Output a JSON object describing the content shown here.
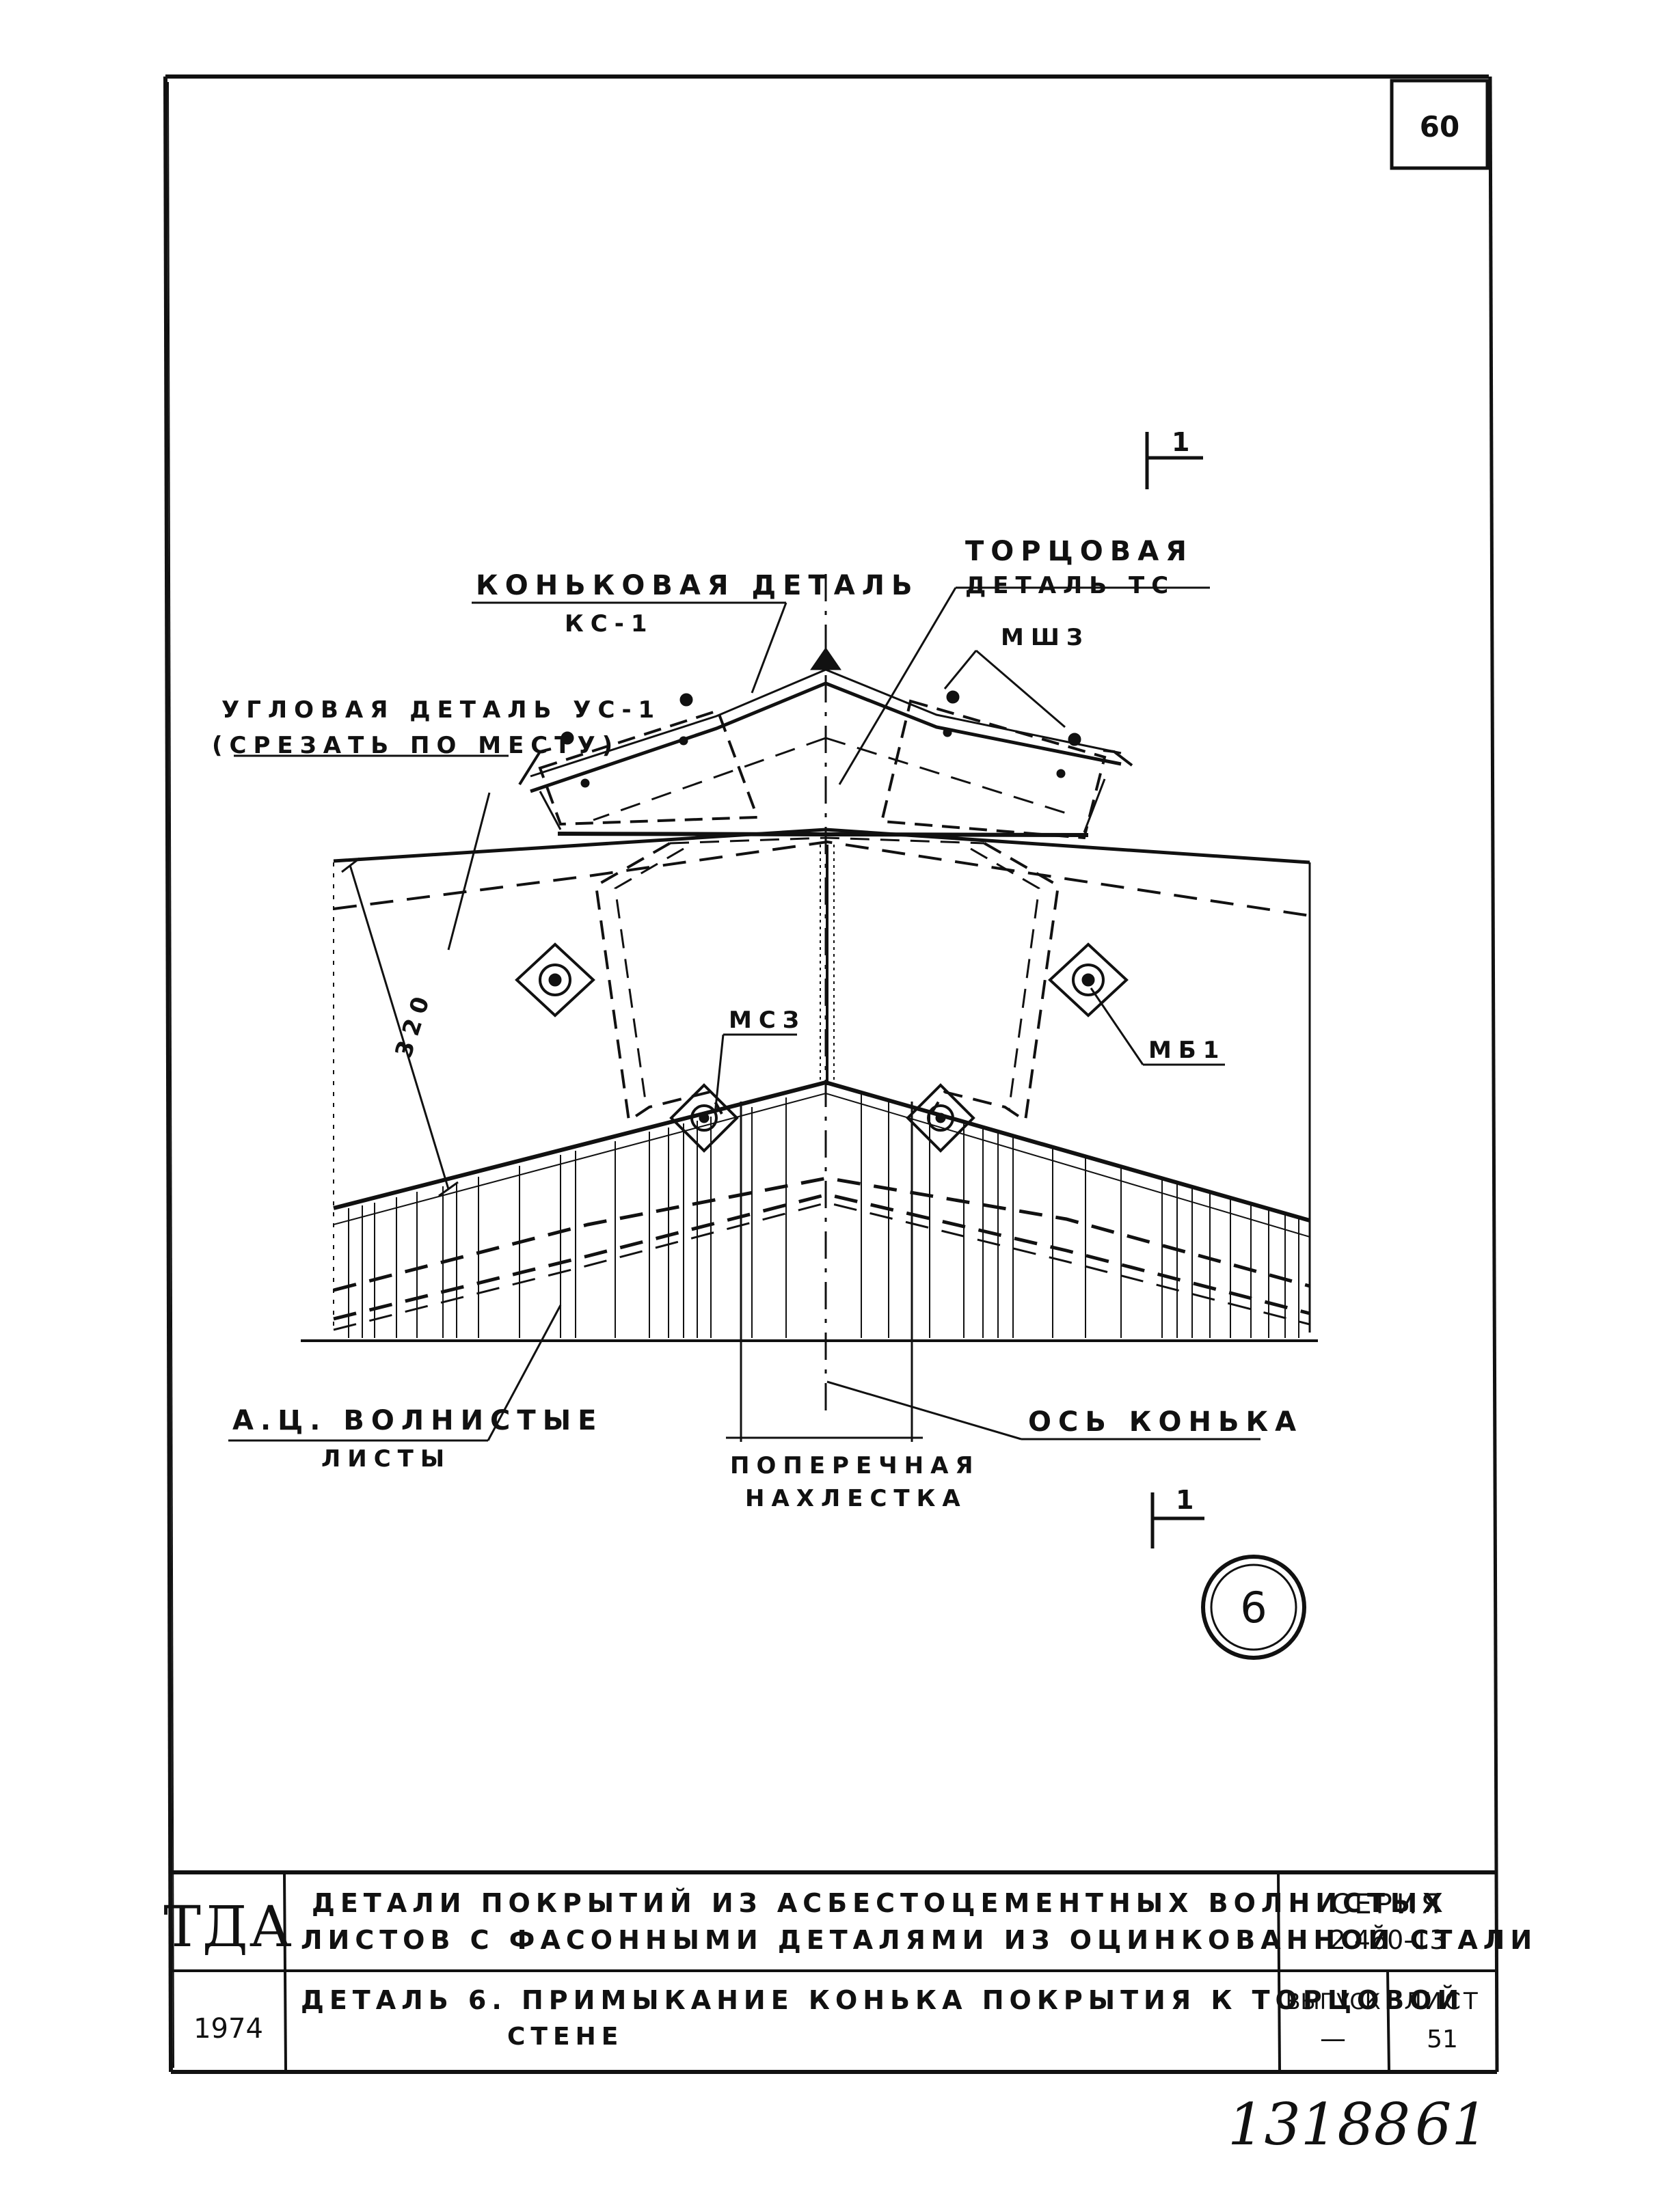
{
  "sheet_top_number": "60",
  "section_mark": "1",
  "labels": {
    "ridge_detail_line1": "КОНЬКОВАЯ ДЕТАЛЬ",
    "ridge_detail_line2": "КС-1",
    "end_detail_line1": "ТОРЦОВАЯ",
    "end_detail_line2": "ДЕТАЛЬ ТС",
    "mshz": "МШЗ",
    "corner_detail_line1": "УГЛОВАЯ ДЕТАЛЬ УС-1",
    "corner_detail_line2": "(СРЕЗАТЬ ПО МЕСТУ)",
    "msz": "МСЗ",
    "mb1": "МБ1",
    "dimension_320": "320",
    "ac_sheets_line1": "А.Ц. ВОЛНИСТЫЕ",
    "ac_sheets_line2": "ЛИСТЫ",
    "ridge_axis": "ОСЬ КОНЬКА",
    "overlap_line1": "ПОПЕРЕЧНАЯ",
    "overlap_line2": "НАХЛЕСТКА"
  },
  "detail_number": "6",
  "title_block": {
    "org": "ТДА",
    "year": "1974",
    "title_line1": "ДЕТАЛИ ПОКРЫТИЙ ИЗ АСБЕСТОЦЕМЕНТНЫХ ВОЛНИСТЫХ",
    "title_line2": "ЛИСТОВ С ФАСОННЫМИ ДЕТАЛЯМИ ИЗ ОЦИНКОВАННОЙ СТАЛИ",
    "series_label": "СЕРИЯ",
    "series_value": "2.460-13",
    "detail_line1": "ДЕТАЛЬ 6.   ПРИМЫКАНИЕ КОНЬКА ПОКРЫТИЯ К ТОРЦОВОЙ",
    "detail_line2": "СТЕНЕ",
    "issue_label": "ВЫПУСК",
    "issue_value": "—",
    "sheet_label": "ЛИСТ",
    "sheet_value": "51"
  },
  "handwritten_numbers": {
    "left": "13188",
    "right": "61"
  }
}
